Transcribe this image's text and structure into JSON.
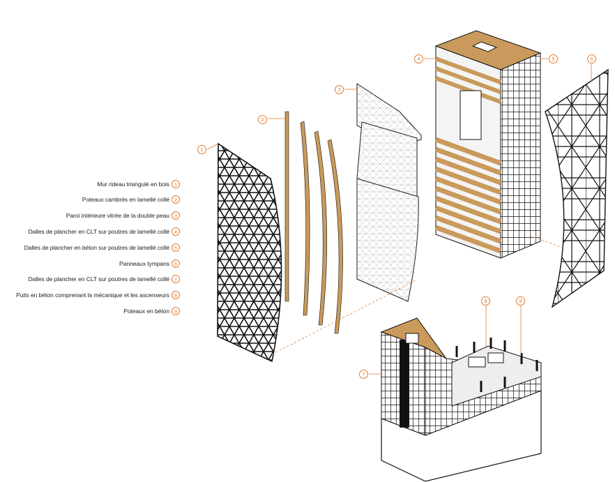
{
  "legend": [
    {
      "num": "1",
      "label": "Mur rideau triangulé en bois"
    },
    {
      "num": "2",
      "label": "Poteaux cambrés en lamellé collé"
    },
    {
      "num": "3",
      "label": "Paroi intérieure vitrée de la double peau"
    },
    {
      "num": "4",
      "label": "Dalles de plancher en CLT sur poutres de lamellé collé"
    },
    {
      "num": "5",
      "label": "Dalles de plancher en béton sur poutres de lamellé collé"
    },
    {
      "num": "6",
      "label": "Panneaux tympans"
    },
    {
      "num": "7",
      "label": "Dalles de plancher en CLT sur poutres de lamellé collé"
    },
    {
      "num": "8",
      "label": "Puits en béton comprenant la mécanique et les ascenseurs"
    },
    {
      "num": "9",
      "label": "Poteaux en béton"
    }
  ],
  "callouts": [
    "1",
    "2",
    "3",
    "4",
    "5",
    "6",
    "7",
    "8",
    "9"
  ],
  "colors": {
    "accent": "#e07a2e",
    "wood": "#c99a5b",
    "line": "#111111"
  }
}
